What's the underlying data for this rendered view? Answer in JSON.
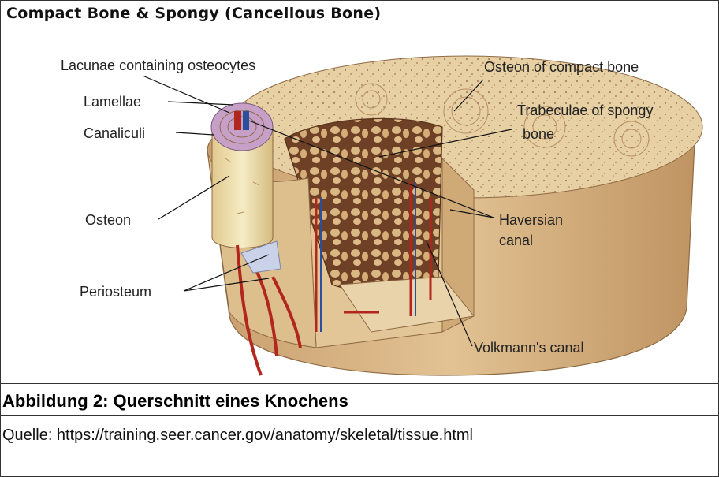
{
  "figure": {
    "title": "Compact Bone & Spongy (Cancellous Bone)",
    "labels": {
      "lacunae": "Lacunae containing osteocytes",
      "osteon_compact": "Osteon of compact bone",
      "lamellae": "Lamellae",
      "canaliculi": "Canaliculi",
      "trabeculae_line1": "Trabeculae of  spongy",
      "trabeculae_line2": "bone",
      "osteon": "Osteon",
      "haversian_line1": "Haversian",
      "haversian_line2": "canal",
      "periosteum": "Periosteum",
      "volkmann": "Volkmann's canal"
    },
    "colors": {
      "bone_surface": "#e9d3a8",
      "bone_shadow": "#c9a477",
      "spongy_dark": "#6e4126",
      "vessel_red": "#b3261e",
      "vessel_blue": "#2a4f9c",
      "osteon_tube": "#f3e6b8"
    }
  },
  "caption": "Abbildung 2: Querschnitt eines Knochens",
  "source": "Quelle: https://training.seer.cancer.gov/anatomy/skeletal/tissue.html"
}
